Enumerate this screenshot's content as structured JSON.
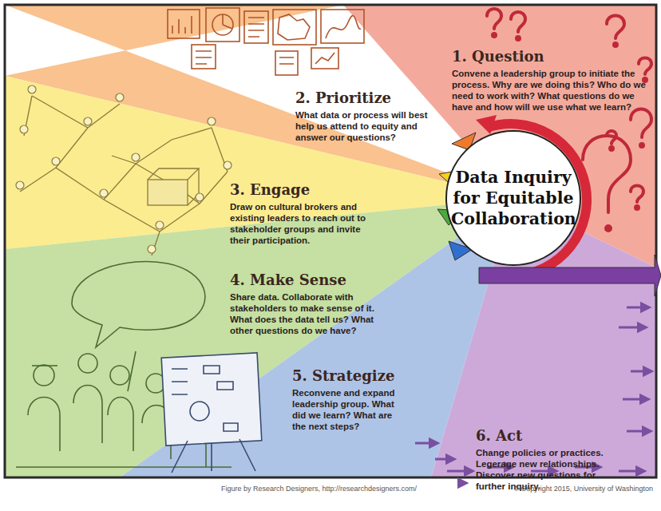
{
  "diagram": {
    "nodes": [
      {
        "text": [
          "1. Question",
          "Convene a leadership group to initiate the process. Why are we doing this? Who do we need to work with? What questions do we have and how will we use what we learn?"
        ]
      },
      {
        "text": [
          "2. Prioritize",
          "What data or process will best help us attend to equity and answer our questions?"
        ]
      },
      {
        "text": [
          "3. Engage",
          "Draw on cultural brokers and existing leaders to reach out to stakeholder groups and invite their participation."
        ]
      },
      {
        "text": [
          "4. Make Sense",
          "Share data. Collaborate with stakeholders to make sense of it. What does the data tell us? What other questions do we have?"
        ]
      },
      {
        "text": [
          "5. Strategize",
          "Reconvene and expand leadership group. What did we learn? What are the next steps?"
        ]
      },
      {
        "text": [
          "6. Act",
          "Change policies or practices. Legerage new relationships. Discover new questions for further inquiry."
        ]
      },
      {
        "text": [
          "Data Inquiry for Equitable Collaboration"
        ]
      }
    ],
    "labels": [
      "Figure by Research Designers, http://researchdesigners.com/",
      "© Copyright 2015, University of Washington"
    ]
  }
}
